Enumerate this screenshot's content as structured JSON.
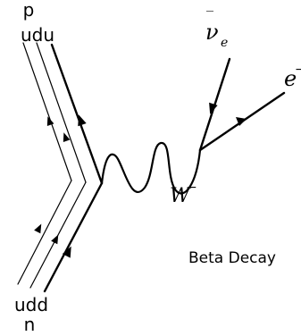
{
  "top_particle": "p",
  "top_quarks": "udu",
  "bottom_quarks": "udd",
  "bottom_particle": "n",
  "antineutrino": {
    "symbol": "ν",
    "bar": "‾",
    "sub": "e"
  },
  "electron": {
    "symbol": "e",
    "sup": "−"
  },
  "boson": {
    "symbol": "W",
    "sup": "−"
  },
  "caption": "Beta Decay"
}
